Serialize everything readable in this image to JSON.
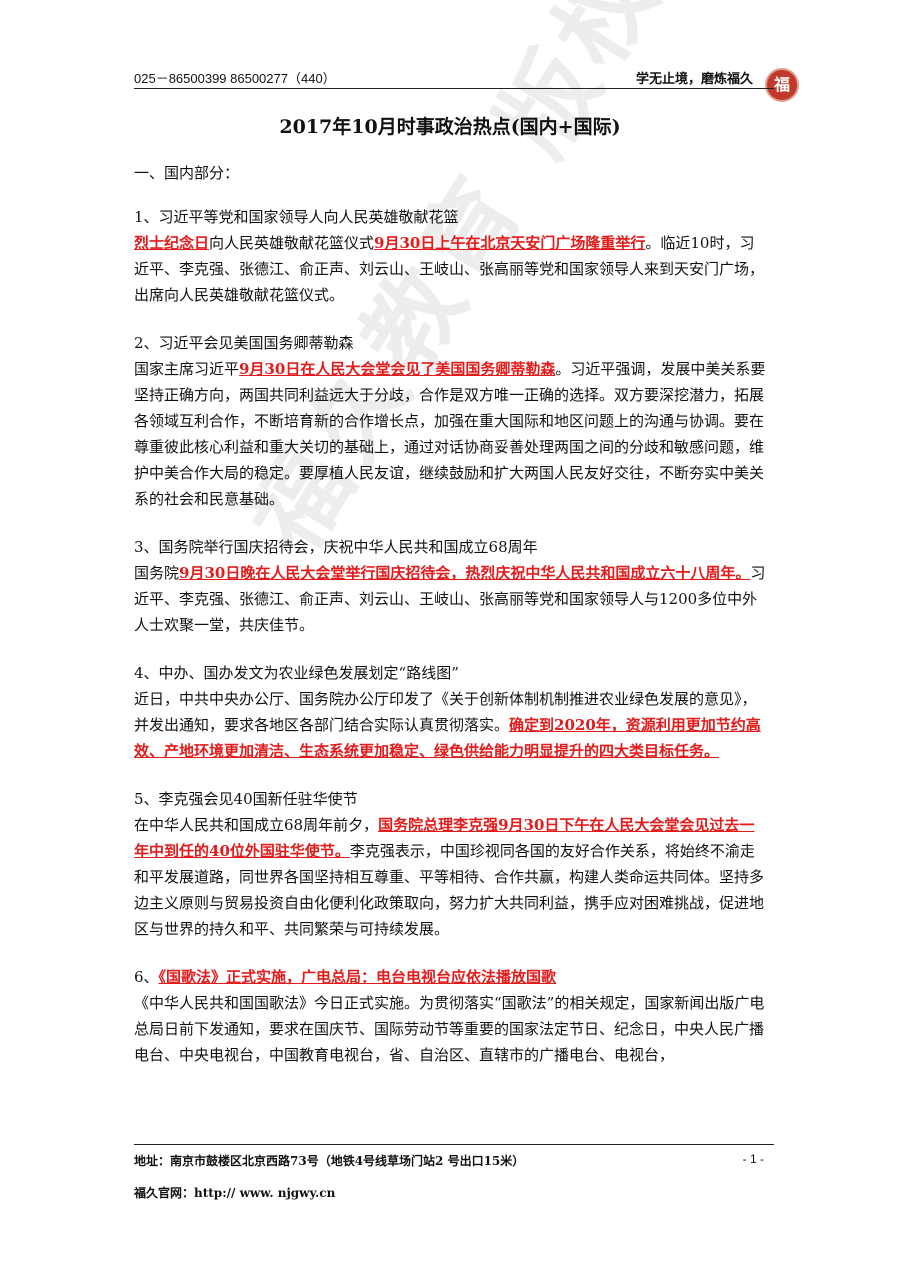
{
  "header": {
    "phone": "025－86500399 86500277（440）",
    "slogan": "学无止境，磨炼福久",
    "logo_glyph": "福"
  },
  "title": "2017年10月时事政治热点(国内+国际)",
  "section_heading": "一、国内部分：",
  "items": [
    {
      "heading": "1、习近平等党和国家领导人向人民英雄敬献花篮",
      "body": [
        {
          "t": "烈士纪念日",
          "red": true
        },
        {
          "t": "向人民英雄敬献花篮仪式",
          "red": false
        },
        {
          "t": "9月30日上午在北京天安门广场隆重举行",
          "red": true
        },
        {
          "t": "。临近10时，习近平、李克强、张德江、俞正声、刘云山、王岐山、张高丽等党和国家领导人来到天安门广场，出席向人民英雄敬献花篮仪式。",
          "red": false
        }
      ]
    },
    {
      "heading": "2、习近平会见美国国务卿蒂勒森",
      "body": [
        {
          "t": "国家主席习近平",
          "red": false
        },
        {
          "t": "9月30日在人民大会堂会见了美国国务卿蒂勒森",
          "red": true
        },
        {
          "t": "。习近平强调，发展中美关系要坚持正确方向，两国共同利益远大于分歧，合作是双方唯一正确的选择。双方要深挖潜力，拓展各领域互利合作，不断培育新的合作增长点，加强在重大国际和地区问题上的沟通与协调。要在尊重彼此核心利益和重大关切的基础上，通过对话协商妥善处理两国之间的分歧和敏感问题，维护中美合作大局的稳定。要厚植人民友谊，继续鼓励和扩大两国人民友好交往，不断夯实中美关系的社会和民意基础。",
          "red": false
        }
      ]
    },
    {
      "heading": "3、国务院举行国庆招待会，庆祝中华人民共和国成立68周年",
      "body": [
        {
          "t": "国务院",
          "red": false
        },
        {
          "t": "9月30日晚在人民大会堂举行国庆招待会，热烈庆祝中华人民共和国成立六十八周年。",
          "red": true
        },
        {
          "t": "习近平、李克强、张德江、俞正声、刘云山、王岐山、张高丽等党和国家领导人与1200多位中外人士欢聚一堂，共庆佳节。",
          "red": false
        }
      ]
    },
    {
      "heading": "4、中办、国办发文为农业绿色发展划定“路线图”",
      "body": [
        {
          "t": "近日，中共中央办公厅、国务院办公厅印发了《关于创新体制机制推进农业绿色发展的意见》，并发出通知，要求各地区各部门结合实际认真贯彻落实。",
          "red": false
        },
        {
          "t": "确定到2020年，资源利用更加节约高效、产地环境更加清洁、生态系统更加稳定、绿色供给能力明显提升的四大类目标任务。",
          "red": true
        }
      ]
    },
    {
      "heading": "5、李克强会见40国新任驻华使节",
      "body": [
        {
          "t": "在中华人民共和国成立68周年前夕，",
          "red": false
        },
        {
          "t": "国务院总理李克强9月30日下午在人民大会堂会见过去一年中到任的40位外国驻华使节。",
          "red": true
        },
        {
          "t": "李克强表示，中国珍视同各国的友好合作关系，将始终不渝走和平发展道路，同世界各国坚持相互尊重、平等相待、合作共赢，构建人类命运共同体。坚持多边主义原则与贸易投资自由化便利化政策取向，努力扩大共同利益，携手应对困难挑战，促进地区与世界的持久和平、共同繁荣与可持续发展。",
          "red": false
        }
      ]
    },
    {
      "heading_parts": [
        {
          "t": "6、",
          "red": false
        },
        {
          "t": "《国歌法》正式实施，广电总局：电台电视台应依法播放国歌",
          "red": true
        }
      ],
      "body": [
        {
          "t": "《中华人民共和国国歌法》今日正式实施。为贯彻落实“国歌法”的相关规定，国家新闻出版广电总局日前下发通知，要求在国庆节、国际劳动节等重要的国家法定节日、纪念日，中央人民广播电台、中央电视台，中国教育电视台，省、自治区、直辖市的广播电台、电视台，",
          "red": false
        }
      ]
    }
  ],
  "watermark": "福久教育 版权所有",
  "footer": {
    "address": "地址：南京市鼓楼区北京西路73号（地铁4号线草场门站2 号出口15米）",
    "page": "- 1 -",
    "website": "福久官网：http:// www. njgwy.cn"
  }
}
